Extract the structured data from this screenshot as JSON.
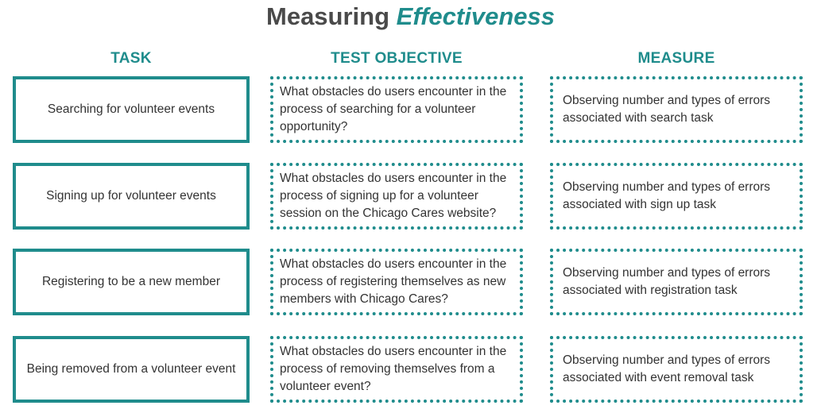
{
  "title": {
    "prefix": "Measuring",
    "accent": "Effectiveness"
  },
  "headers": {
    "task": "TASK",
    "objective": "TEST OBJECTIVE",
    "measure": "MEASURE"
  },
  "rows": [
    {
      "task": "Searching for volunteer events",
      "objective": "What obstacles do users encounter in the process of searching for a volunteer opportunity?",
      "measure": "Observing number and types of errors associated with search task"
    },
    {
      "task": "Signing up for volunteer events",
      "objective": "What obstacles do users encounter in the process of signing up for a volunteer session on the Chicago Cares website?",
      "measure": "Observing number and types of errors associated with sign up task"
    },
    {
      "task": "Registering to be a new member",
      "objective": "What obstacles do users encounter in the process of registering themselves as new members with Chicago Cares?",
      "measure": "Observing number and types of errors associated with registration task"
    },
    {
      "task": "Being removed from a volunteer event",
      "objective": "What obstacles do users encounter in the process of removing themselves from a volunteer event?",
      "measure": "Observing number and types of errors associated with event removal task"
    }
  ],
  "colors": {
    "accent": "#1f8c8c",
    "title": "#4a4a4a",
    "text": "#333333"
  }
}
